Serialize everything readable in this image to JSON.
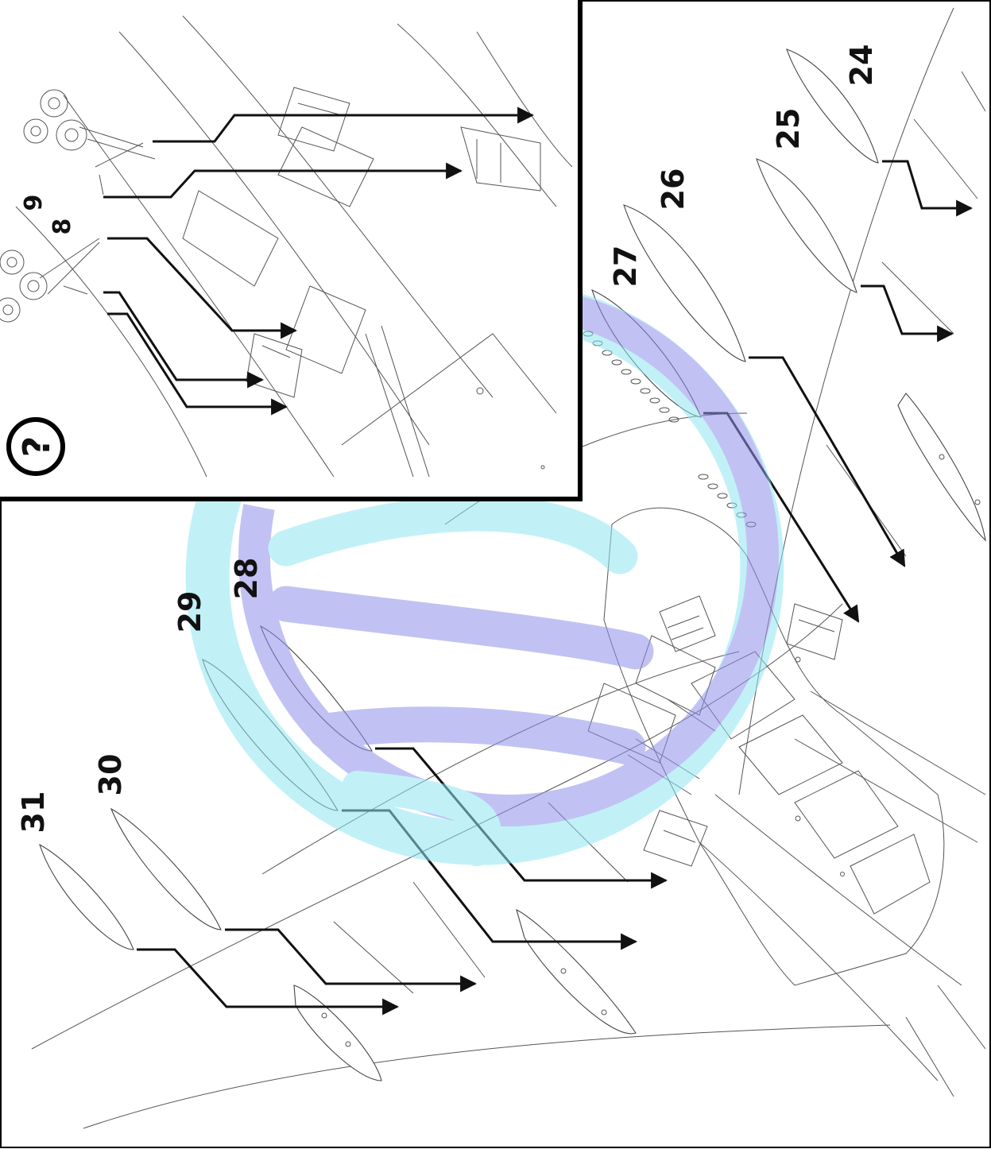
{
  "callouts": {
    "step": "?",
    "p8": "8",
    "p9": "9",
    "p24": "24",
    "p25": "25",
    "p26": "26",
    "p27": "27",
    "p28": "28",
    "p29": "29",
    "p30": "30",
    "p31": "31"
  },
  "colors": {
    "line": "#444444",
    "arrow": "#111111",
    "watermark_blue": "#8f92ea",
    "watermark_cyan": "#8fe6f2",
    "frame": "#000000"
  },
  "icons": {
    "step": "question-mark-circle-icon",
    "watermark": "swirl-logo-watermark"
  }
}
